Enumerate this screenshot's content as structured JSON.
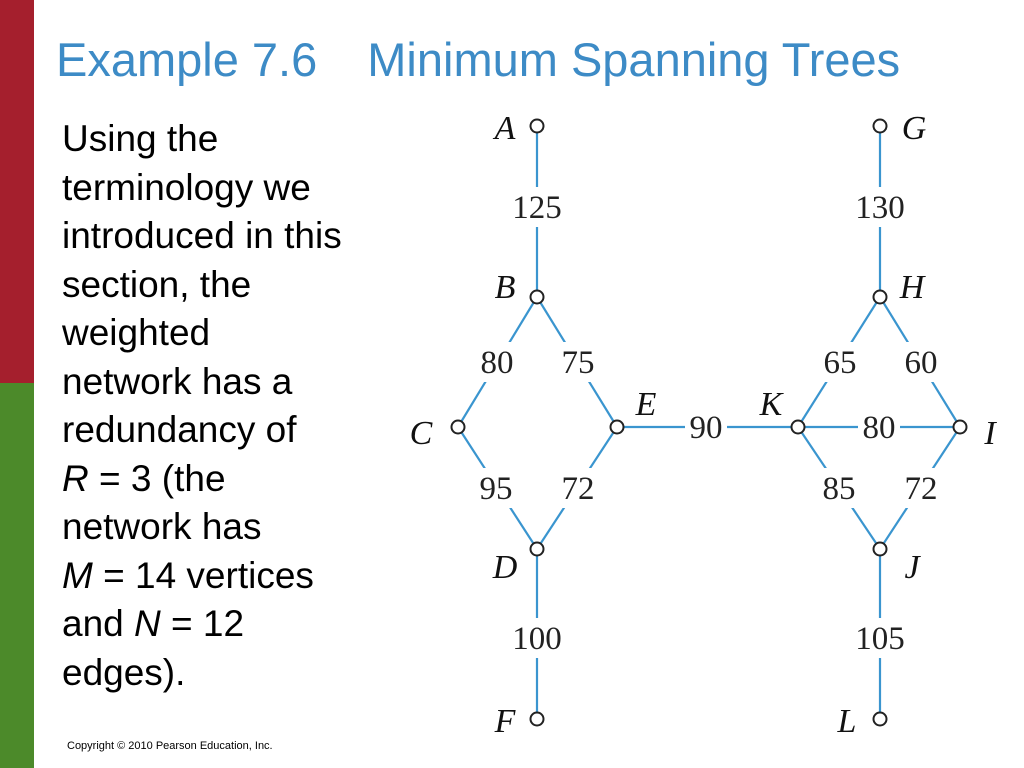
{
  "slide": {
    "title_example": "Example 7.6",
    "title_topic": "Minimum Spanning Trees",
    "body": {
      "l1": "Using the",
      "l2": "terminology we",
      "l3": "introduced in this",
      "l4": "section, the",
      "l5": "weighted",
      "l6": "network has a",
      "l7": "redundancy of",
      "r_var": "R",
      "r_rest": " = 3 (the",
      "l9": "network has",
      "m_var": "M",
      "m_rest": " = 14 vertices",
      "and_word": "and ",
      "n_var": "N",
      "n_rest": " = 12",
      "l12": "edges)."
    },
    "copyright": "Copyright © 2010 Pearson Education, Inc."
  },
  "colors": {
    "accent_title": "#3d8bc6",
    "edge": "#3a95cf",
    "bar_top": "#a51f2d",
    "bar_bottom": "#4c8a2a"
  },
  "graph": {
    "vertices": [
      "A",
      "B",
      "C",
      "D",
      "E",
      "F",
      "G",
      "H",
      "I",
      "J",
      "K",
      "L"
    ],
    "edges": [
      {
        "from": "A",
        "to": "B",
        "weight": "125"
      },
      {
        "from": "B",
        "to": "C",
        "weight": "80"
      },
      {
        "from": "B",
        "to": "E",
        "weight": "75"
      },
      {
        "from": "C",
        "to": "D",
        "weight": "95"
      },
      {
        "from": "E",
        "to": "D",
        "weight": "72"
      },
      {
        "from": "D",
        "to": "F",
        "weight": "100"
      },
      {
        "from": "E",
        "to": "K",
        "weight": "90"
      },
      {
        "from": "G",
        "to": "H",
        "weight": "130"
      },
      {
        "from": "H",
        "to": "K",
        "weight": "65"
      },
      {
        "from": "H",
        "to": "I",
        "weight": "60"
      },
      {
        "from": "K",
        "to": "I",
        "weight": "80"
      },
      {
        "from": "K",
        "to": "J",
        "weight": "85"
      },
      {
        "from": "I",
        "to": "J",
        "weight": "72"
      },
      {
        "from": "J",
        "to": "L",
        "weight": "105"
      }
    ]
  }
}
